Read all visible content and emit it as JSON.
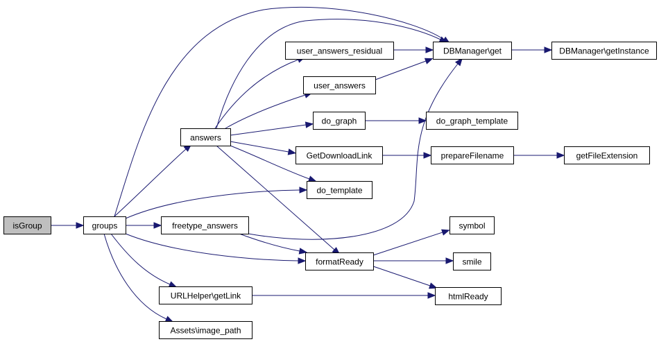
{
  "diagram": {
    "type": "call-graph",
    "edge_color": "#191970",
    "root_fill": "#bfbfbf",
    "node_fill": "#ffffff",
    "nodes": [
      {
        "id": "isGroup",
        "label": "isGroup",
        "root": true
      },
      {
        "id": "groups",
        "label": "groups"
      },
      {
        "id": "answers",
        "label": "answers"
      },
      {
        "id": "freetype_answers",
        "label": "freetype_answers"
      },
      {
        "id": "urlhelper_getlink",
        "label": "URLHelper\\getLink"
      },
      {
        "id": "assets_image_path",
        "label": "Assets\\image_path"
      },
      {
        "id": "user_answers_residual",
        "label": "user_answers_residual"
      },
      {
        "id": "user_answers",
        "label": "user_answers"
      },
      {
        "id": "do_graph",
        "label": "do_graph"
      },
      {
        "id": "getdownloadlink",
        "label": "GetDownloadLink"
      },
      {
        "id": "do_template",
        "label": "do_template"
      },
      {
        "id": "formatready",
        "label": "formatReady"
      },
      {
        "id": "dbmanager_get",
        "label": "DBManager\\get"
      },
      {
        "id": "do_graph_template",
        "label": "do_graph_template"
      },
      {
        "id": "preparefilename",
        "label": "prepareFilename"
      },
      {
        "id": "symbol",
        "label": "symbol"
      },
      {
        "id": "smile",
        "label": "smile"
      },
      {
        "id": "htmlready",
        "label": "htmlReady"
      },
      {
        "id": "dbmanager_getinstance",
        "label": "DBManager\\getInstance"
      },
      {
        "id": "getfileextension",
        "label": "getFileExtension"
      }
    ],
    "edges": [
      {
        "from": "isGroup",
        "to": "groups"
      },
      {
        "from": "groups",
        "to": "dbmanager_get"
      },
      {
        "from": "groups",
        "to": "answers"
      },
      {
        "from": "groups",
        "to": "do_template"
      },
      {
        "from": "groups",
        "to": "freetype_answers"
      },
      {
        "from": "groups",
        "to": "formatready"
      },
      {
        "from": "groups",
        "to": "urlhelper_getlink"
      },
      {
        "from": "groups",
        "to": "assets_image_path"
      },
      {
        "from": "answers",
        "to": "dbmanager_get"
      },
      {
        "from": "answers",
        "to": "user_answers_residual"
      },
      {
        "from": "answers",
        "to": "user_answers"
      },
      {
        "from": "answers",
        "to": "do_graph"
      },
      {
        "from": "answers",
        "to": "getdownloadlink"
      },
      {
        "from": "answers",
        "to": "do_template"
      },
      {
        "from": "answers",
        "to": "formatready"
      },
      {
        "from": "user_answers_residual",
        "to": "dbmanager_get"
      },
      {
        "from": "user_answers",
        "to": "dbmanager_get"
      },
      {
        "from": "do_graph",
        "to": "do_graph_template"
      },
      {
        "from": "getdownloadlink",
        "to": "preparefilename"
      },
      {
        "from": "freetype_answers",
        "to": "dbmanager_get"
      },
      {
        "from": "freetype_answers",
        "to": "formatready"
      },
      {
        "from": "formatready",
        "to": "symbol"
      },
      {
        "from": "formatready",
        "to": "smile"
      },
      {
        "from": "formatready",
        "to": "htmlready"
      },
      {
        "from": "urlhelper_getlink",
        "to": "htmlready"
      },
      {
        "from": "dbmanager_get",
        "to": "dbmanager_getinstance"
      },
      {
        "from": "preparefilename",
        "to": "getfileextension"
      }
    ]
  }
}
